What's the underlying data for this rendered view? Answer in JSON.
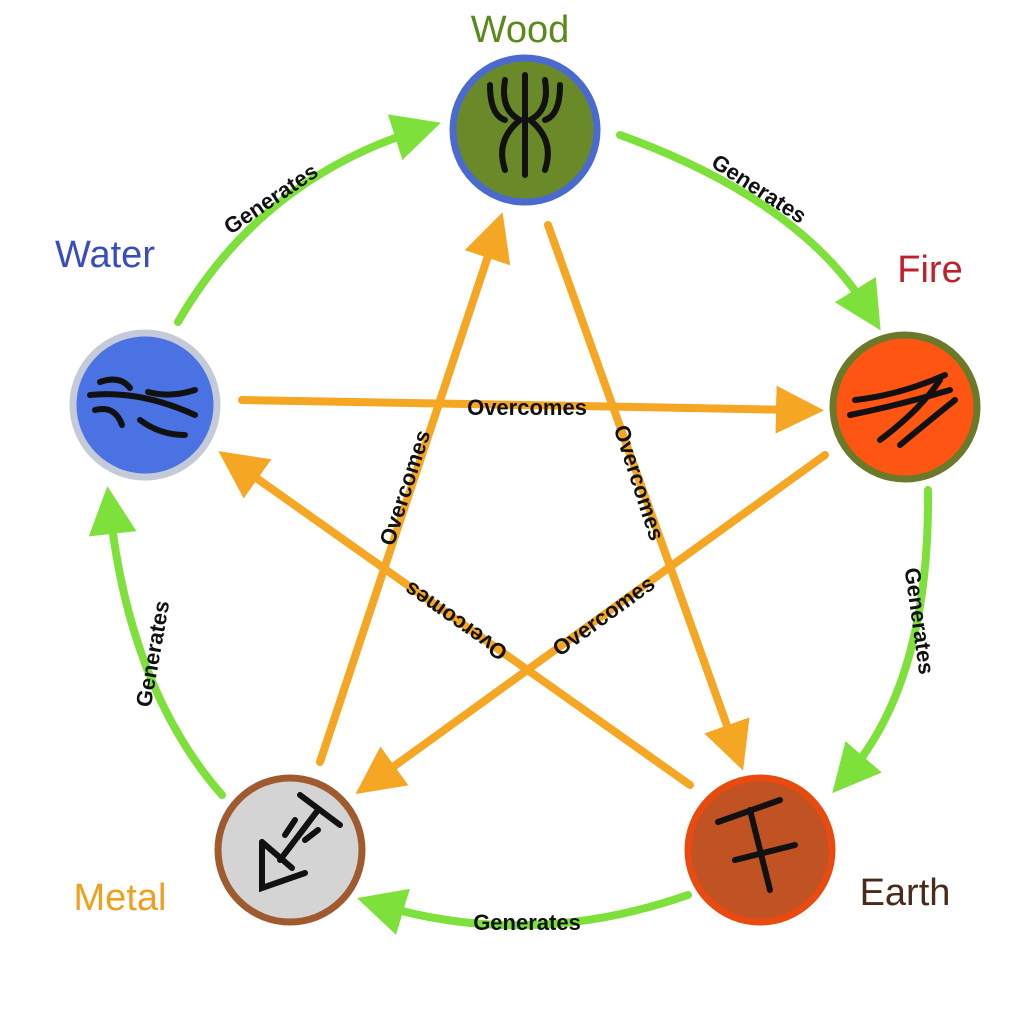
{
  "elements": {
    "wood": {
      "label": "Wood",
      "color": "#5a8a1a",
      "fill": "#6a8a2a",
      "ring": "#4a6ad0"
    },
    "fire": {
      "label": "Fire",
      "color": "#c0202a",
      "fill": "#ff5512",
      "ring": "#6a7a2a"
    },
    "earth": {
      "label": "Earth",
      "color": "#4a2a1a",
      "fill": "#c05224",
      "ring": "#e84a10"
    },
    "metal": {
      "label": "Metal",
      "color": "#f0a020",
      "fill": "#d4d4d4",
      "ring": "#a05a30"
    },
    "water": {
      "label": "Water",
      "color": "#3a4cc0",
      "fill": "#4a72e2",
      "ring": "#c4cad8"
    }
  },
  "generates": {
    "label": "Generates",
    "color": "#7ee03a",
    "cycle": [
      {
        "from": "Water",
        "to": "Wood",
        "label": "Generates"
      },
      {
        "from": "Wood",
        "to": "Fire",
        "label": "Generates"
      },
      {
        "from": "Fire",
        "to": "Earth",
        "label": "Generates"
      },
      {
        "from": "Earth",
        "to": "Metal",
        "label": "Generates"
      },
      {
        "from": "Metal",
        "to": "Water",
        "label": "Generates"
      }
    ]
  },
  "overcomes": {
    "color": "#f5a623",
    "cycle": [
      {
        "from": "Water",
        "to": "Fire",
        "label": "Overcomes"
      },
      {
        "from": "Fire",
        "to": "Metal",
        "label": "Overcomes"
      },
      {
        "from": "Metal",
        "to": "Wood",
        "label": "Overcomes"
      },
      {
        "from": "Wood",
        "to": "Earth",
        "label": "Overcomes"
      },
      {
        "from": "Earth",
        "to": "Water",
        "label": "Overcomes"
      }
    ]
  }
}
